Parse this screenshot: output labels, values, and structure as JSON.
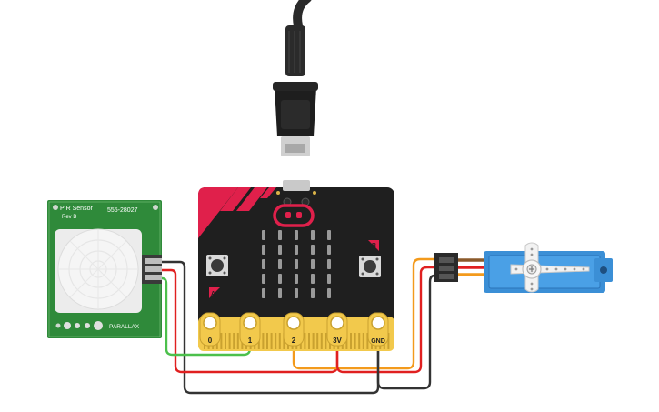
{
  "pir_sensor": {
    "title": "PIR Sensor",
    "rev": "Rev B",
    "part_number": "555-28027",
    "brand": "PARALLAX"
  },
  "microbit": {
    "pin_labels": [
      "0",
      "1",
      "2",
      "3V",
      "GND"
    ],
    "button_a": "A",
    "button_b": "B"
  },
  "colors": {
    "board": "#1f1f1f",
    "accent_red": "#e0204b",
    "gold": "#f2c94c",
    "pir_green": "#2f8a3a",
    "servo_blue": "#3b8fd6",
    "wire_red": "#e02020",
    "wire_orange": "#f39a1c",
    "wire_green": "#4cc04c",
    "wire_black": "#333333"
  },
  "icons": [
    "usb-cable-icon",
    "servo-motor-icon",
    "pir-sensor-icon"
  ]
}
